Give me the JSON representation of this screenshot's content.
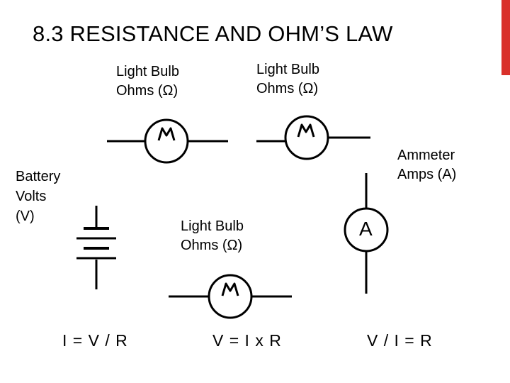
{
  "slide": {
    "title": "8.3 RESISTANCE AND OHM’S LAW",
    "accent_color": "#d9312b"
  },
  "labels": {
    "bulb_left": {
      "line1": "Light Bulb",
      "line2": "Ohms (Ω)"
    },
    "bulb_right": {
      "line1": "Light Bulb",
      "line2": "Ohms (Ω)"
    },
    "bulb_bottom": {
      "line1": "Light Bulb",
      "line2": "Ohms (Ω)"
    },
    "ammeter": {
      "line1": "Ammeter",
      "line2": "Amps (A)",
      "symbol": "A"
    },
    "battery": {
      "line1": "Battery",
      "line2": "Volts",
      "line3": "(V)"
    }
  },
  "formulas": {
    "current": "I = V / R",
    "voltage": "V = I x R",
    "resistance": "V / I = R"
  }
}
